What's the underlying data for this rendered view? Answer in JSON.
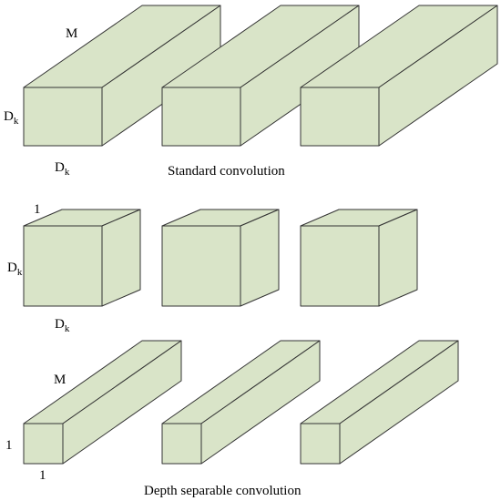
{
  "colors": {
    "face_front": "#d9e4c8",
    "face_top": "#d9e4c8",
    "face_side": "#d9e4c8",
    "edge": "#333333",
    "background": "#ffffff"
  },
  "sections": {
    "standard": {
      "caption": "Standard convolution",
      "label_depth": "M",
      "label_height": {
        "base": "D",
        "sub": "k"
      },
      "label_width": {
        "base": "D",
        "sub": "k"
      }
    },
    "depthwise": {
      "label_depth": "1",
      "label_height": {
        "base": "D",
        "sub": "k"
      },
      "label_width": {
        "base": "D",
        "sub": "k"
      }
    },
    "pointwise": {
      "caption": "Depth separable convolution",
      "label_depth": "M",
      "label_height": "1",
      "label_width": "1"
    }
  }
}
